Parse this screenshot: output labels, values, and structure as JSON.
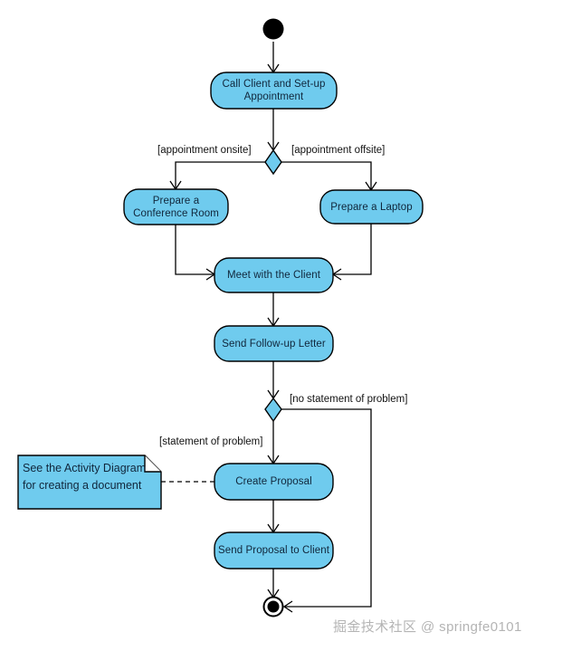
{
  "diagram": {
    "type": "uml-activity-diagram",
    "background_color": "#ffffff",
    "node_fill_color": "#6FCBEE",
    "node_stroke_color": "#000000",
    "text_color": "#10263B",
    "nodes": {
      "start": {
        "kind": "initial-node",
        "label": ""
      },
      "call_client": {
        "kind": "action",
        "label": "Call Client and  Set-up\nAppointment"
      },
      "decision_appointment": {
        "kind": "decision",
        "label": ""
      },
      "prepare_conference_room": {
        "kind": "action",
        "label": "Prepare a\nConference Room"
      },
      "prepare_laptop": {
        "kind": "action",
        "label": "Prepare a Laptop"
      },
      "meet_client": {
        "kind": "action",
        "label": "Meet with the Client"
      },
      "send_followup": {
        "kind": "action",
        "label": "Send Follow-up Letter"
      },
      "decision_problem": {
        "kind": "decision",
        "label": ""
      },
      "create_proposal": {
        "kind": "action",
        "label": "Create Proposal"
      },
      "send_proposal": {
        "kind": "action",
        "label": "Send Proposal to Client"
      },
      "end": {
        "kind": "final-node",
        "label": ""
      },
      "note": {
        "kind": "note",
        "label": "See the Activity Diagram\nfor creating a document"
      }
    },
    "guards": {
      "appointment_onsite": "[appointment onsite]",
      "appointment_offsite": "[appointment offsite]",
      "no_statement_of_problem": "[no statement of problem]",
      "statement_of_problem": "[statement of problem]"
    }
  },
  "watermark": {
    "text": "掘金技术社区 @ springfe0101",
    "color": "#b4b4b4"
  }
}
